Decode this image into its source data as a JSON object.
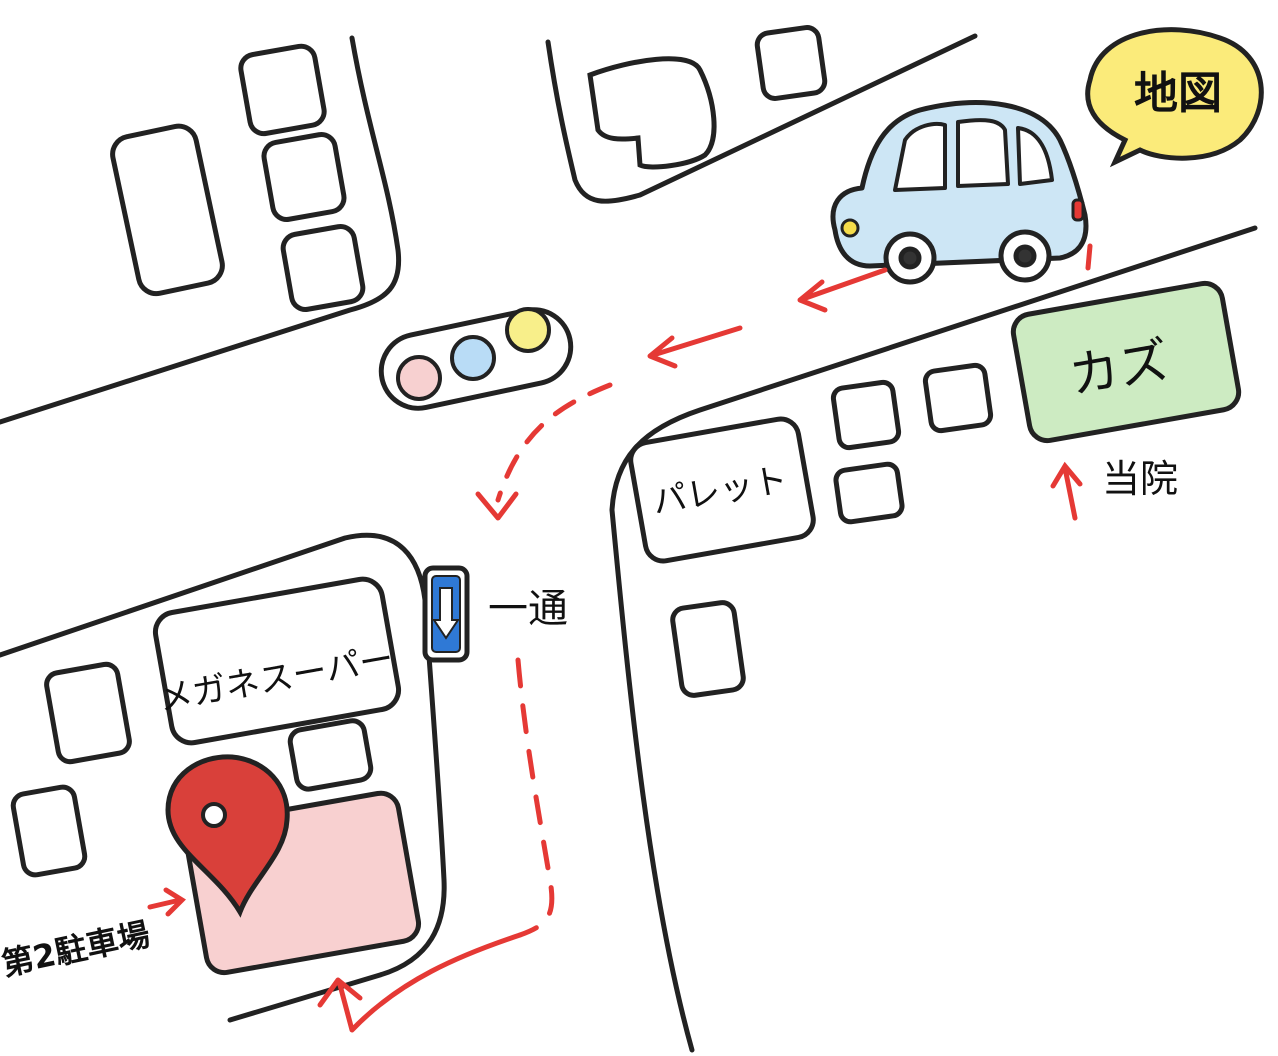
{
  "badge": {
    "title": "地図",
    "bg": "#fbeb7a",
    "fg": "#c62828"
  },
  "labels": {
    "clinic_name": "カズ",
    "palette": "パレット",
    "megane_super": "メガネスーパー",
    "one_way": "一通",
    "clinic_marker": "当院",
    "parking2": "第2駐車場"
  },
  "colors": {
    "route": "#e53935",
    "clinic_fill": "#cdebc2",
    "parking_fill": "#f8d0d0",
    "pin": "#d9403a",
    "car_body": "#cde6f5",
    "signal_red": "#f7d0d0",
    "signal_blue": "#b9dcf6",
    "signal_yellow": "#f8ef8a",
    "oneway_sign": "#2f79d6"
  },
  "icons": [
    "car-icon",
    "traffic-light-icon",
    "one-way-sign-icon",
    "map-pin-icon",
    "speech-bubble-icon"
  ]
}
